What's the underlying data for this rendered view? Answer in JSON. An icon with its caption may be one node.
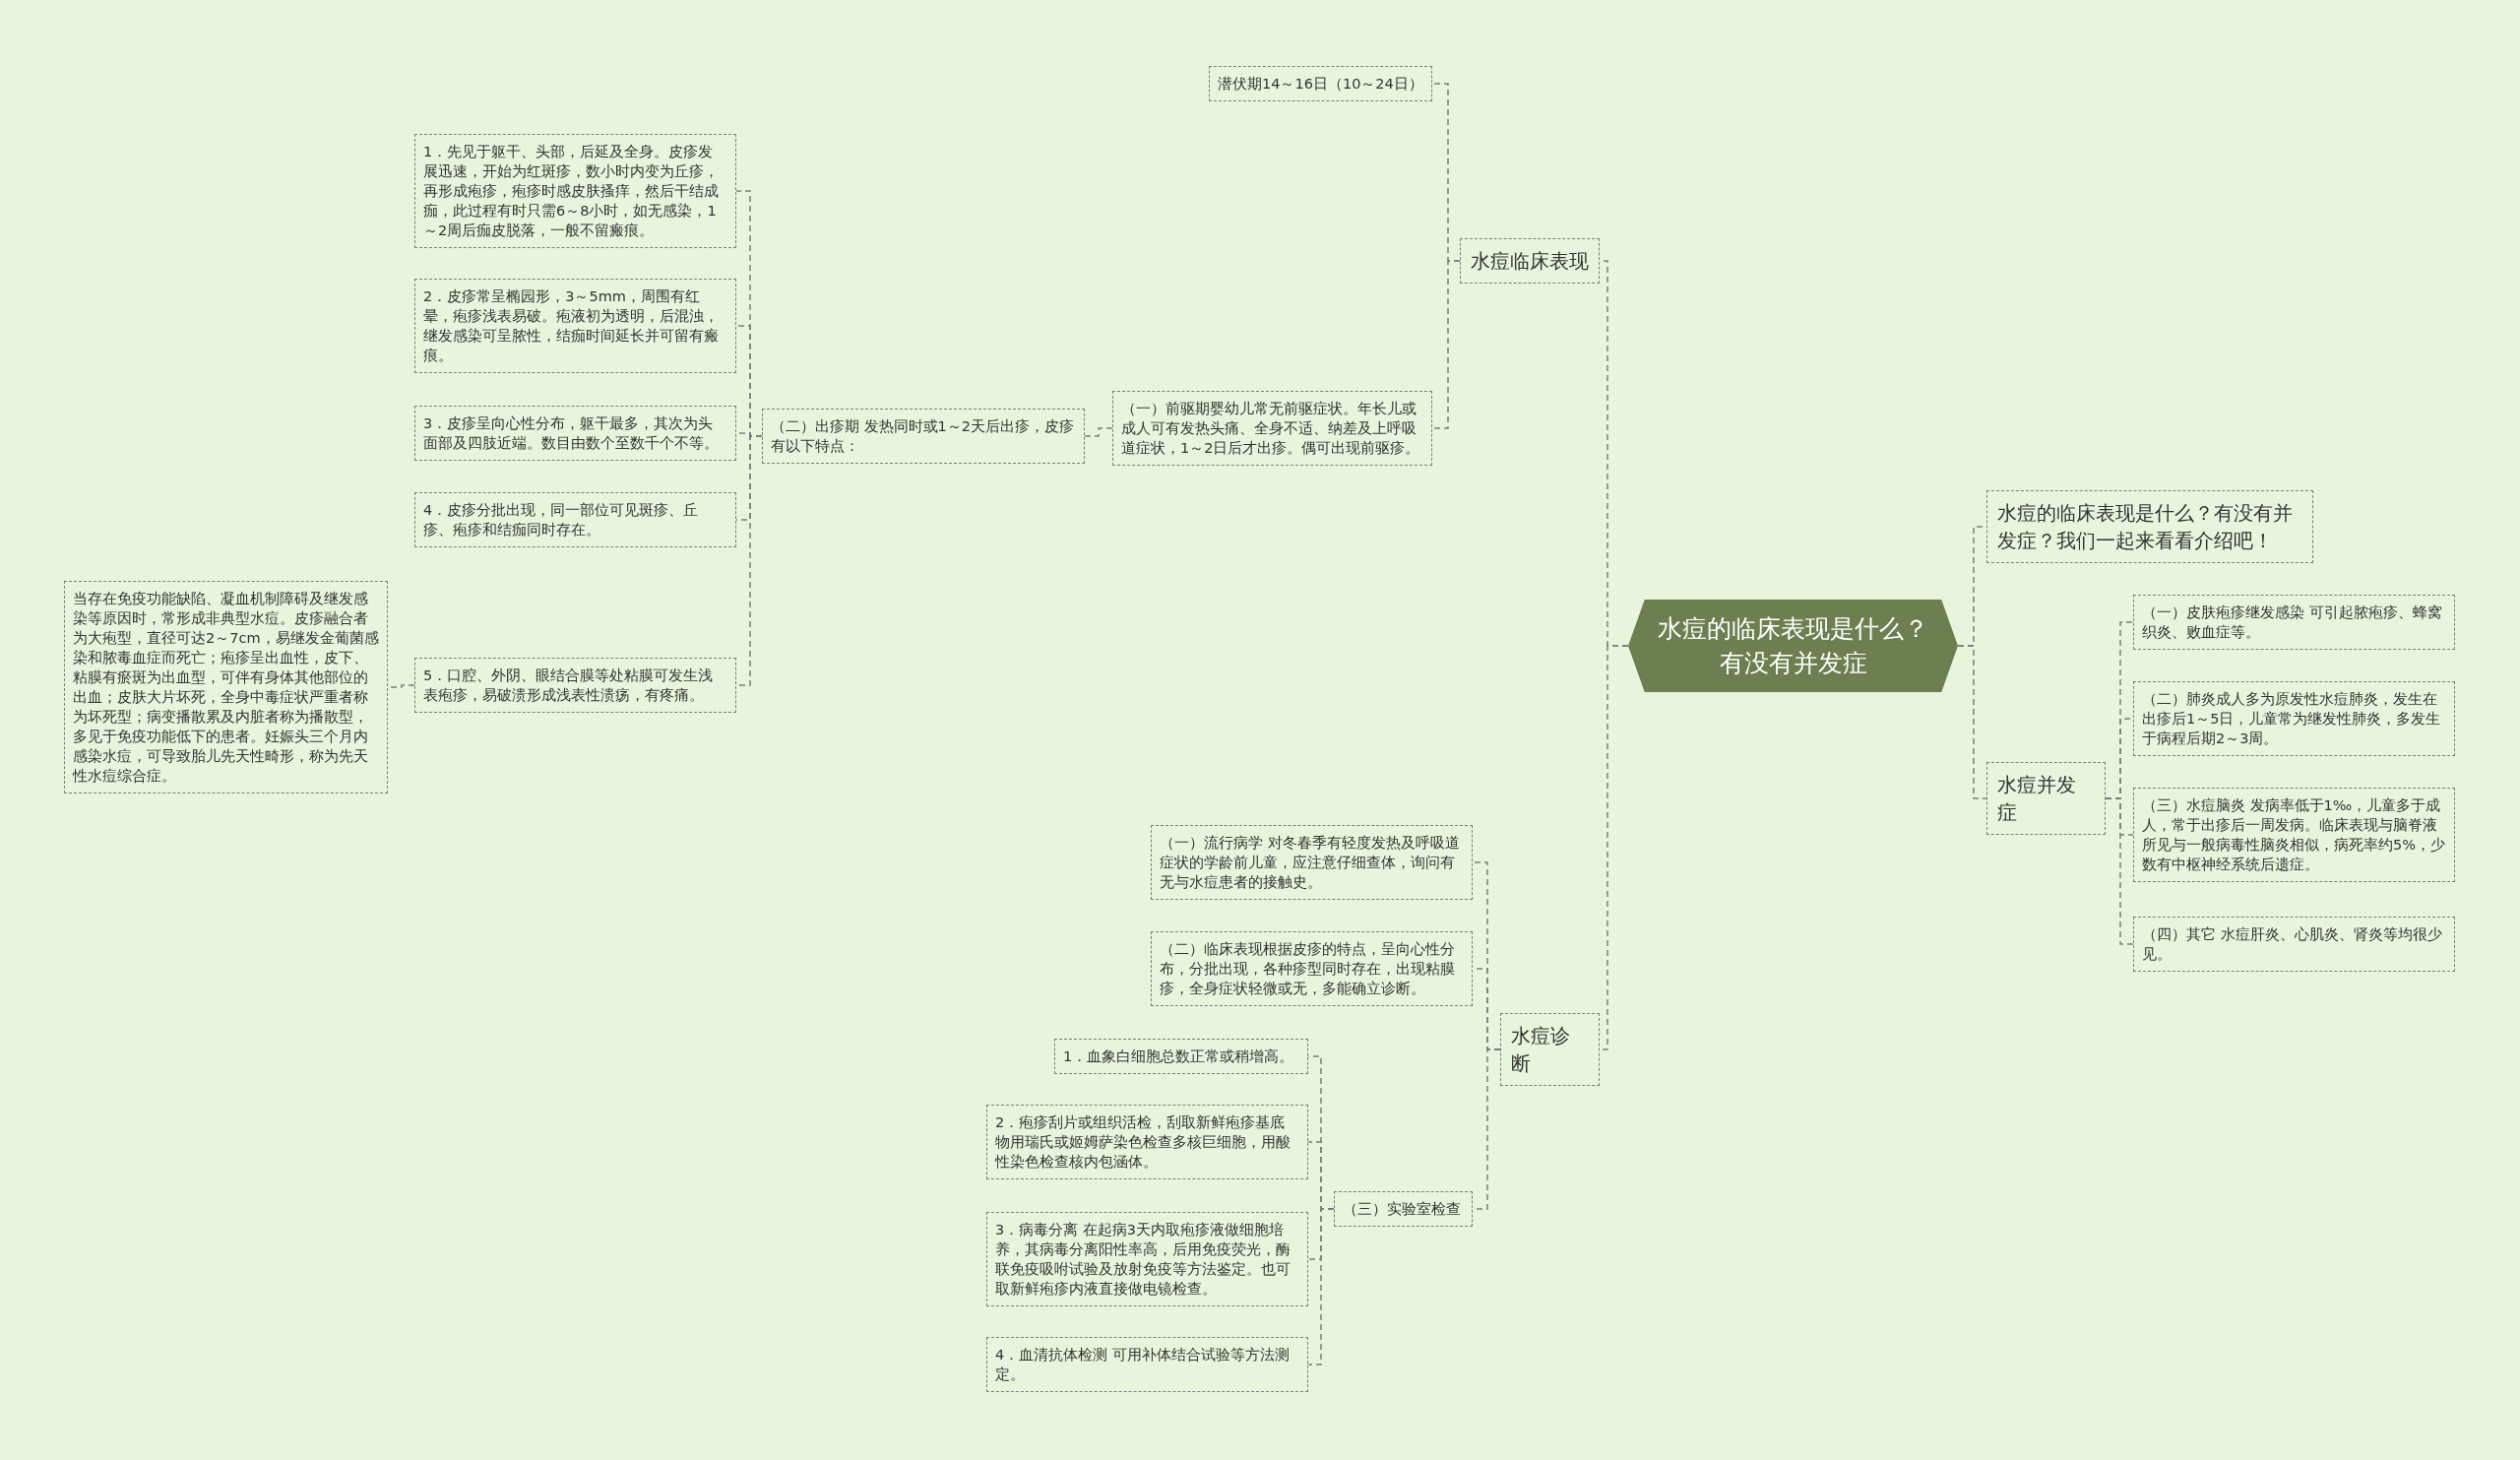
{
  "diagram": {
    "nodes": [
      {
        "text": [
          "水痘的临床表现是什么？有没有并发症"
        ]
      },
      {
        "text": [
          "水痘临床表现"
        ]
      },
      {
        "text": [
          "潜伏期14～16日（10～24日）"
        ]
      },
      {
        "text": [
          "（一）前驱期婴幼儿常无前驱症状。年长儿或成人可有发热头痛、全身不适、纳差及上呼吸道症状，1～2日后才出疹。偶可出现前驱疹。"
        ]
      },
      {
        "text": [
          "（二）出疹期 发热同时或1～2天后出疹，皮疹有以下特点："
        ]
      },
      {
        "text": [
          "1．先见于躯干、头部，后延及全身。皮疹发展迅速，开始为红斑疹，数小时内变为丘疹，再形成疱疹，疱疹时感皮肤搔痒，然后干结成痂，此过程有时只需6～8小时，如无感染，1～2周后痂皮脱落，一般不留瘢痕。"
        ]
      },
      {
        "text": [
          "2．皮疹常呈椭园形，3～5mm，周围有红晕，疱疹浅表易破。疱液初为透明，后混浊，继发感染可呈脓性，结痂时间延长并可留有瘢痕。"
        ]
      },
      {
        "text": [
          "3．皮疹呈向心性分布，躯干最多，其次为头面部及四肢近端。数目由数个至数千个不等。"
        ]
      },
      {
        "text": [
          "4．皮疹分批出现，同一部位可见斑疹、丘疹、疱疹和结痂同时存在。"
        ]
      },
      {
        "text": [
          "5．口腔、外阴、眼结合膜等处粘膜可发生浅表疱疹，易破溃形成浅表性溃疡，有疼痛。"
        ]
      },
      {
        "text": [
          "当存在免疫功能缺陷、凝血机制障碍及继发感染等原因时，常形成非典型水痘。皮疹融合者为大疱型，直径可达2～7cm，易继发金葡菌感染和脓毒血症而死亡；疱疹呈出血性，皮下、粘膜有瘀斑为出血型，可伴有身体其他部位的出血；皮肤大片坏死，全身中毒症状严重者称为坏死型；病变播散累及内脏者称为播散型，多见于免疫功能低下的患者。妊娠头三个月内感染水痘，可导致胎儿先天性畸形，称为先天性水痘综合症。"
        ]
      },
      {
        "text": [
          "水痘诊断"
        ]
      },
      {
        "text": [
          "（一）流行病学 对冬春季有轻度发热及呼吸道症状的学龄前儿童，应注意仔细查体，询问有无与水痘患者的接触史。"
        ]
      },
      {
        "text": [
          "（二）临床表现根据皮疹的特点，呈向心性分布，分批出现，各种疹型同时存在，出现粘膜疹，全身症状轻微或无，多能确立诊断。"
        ]
      },
      {
        "text": [
          "（三）实验室检查"
        ]
      },
      {
        "text": [
          "1．血象白细胞总数正常或稍增高。"
        ]
      },
      {
        "text": [
          "2．疱疹刮片或组织活检，刮取新鲜疱疹基底物用瑞氏或姬姆萨染色检查多核巨细胞，用酸性染色检查核内包涵体。"
        ]
      },
      {
        "text": [
          "3．病毒分离 在起病3天内取疱疹液做细胞培养，其病毒分离阳性率高，后用免疫荧光，酶联免疫吸咐试验及放射免疫等方法鉴定。也可取新鲜疱疹内液直接做电镜检查。"
        ]
      },
      {
        "text": [
          "4．血清抗体检测 可用补体结合试验等方法测定。"
        ]
      },
      {
        "text": [
          "水痘的临床表现是什么？有没有并发症？我们一起来看看介绍吧！"
        ]
      },
      {
        "text": [
          "水痘并发症"
        ]
      },
      {
        "text": [
          "（一）皮肤疱疹继发感染 可引起脓疱疹、蜂窝织炎、败血症等。"
        ]
      },
      {
        "text": [
          "（二）肺炎成人多为原发性水痘肺炎，发生在出疹后1～5日，儿童常为继发性肺炎，多发生于病程后期2～3周。"
        ]
      },
      {
        "text": [
          "（三）水痘脑炎 发病率低于1‰，儿童多于成人，常于出疹后一周发病。临床表现与脑脊液所见与一般病毒性脑炎相似，病死率约5%，少数有中枢神经系统后遗症。"
        ]
      },
      {
        "text": [
          "（四）其它 水痘肝炎、心肌炎、肾炎等均很少见。"
        ]
      }
    ],
    "edges": [
      {
        "from": 0,
        "to": 1,
        "arrow": "none"
      },
      {
        "from": 1,
        "to": 2,
        "arrow": "none"
      },
      {
        "from": 1,
        "to": 3,
        "arrow": "none"
      },
      {
        "from": 3,
        "to": 4,
        "arrow": "none"
      },
      {
        "from": 4,
        "to": 5,
        "arrow": "none"
      },
      {
        "from": 4,
        "to": 6,
        "arrow": "none"
      },
      {
        "from": 4,
        "to": 7,
        "arrow": "none"
      },
      {
        "from": 4,
        "to": 8,
        "arrow": "none"
      },
      {
        "from": 4,
        "to": 9,
        "arrow": "none"
      },
      {
        "from": 9,
        "to": 10,
        "arrow": "none"
      },
      {
        "from": 0,
        "to": 11,
        "arrow": "none"
      },
      {
        "from": 11,
        "to": 12,
        "arrow": "none"
      },
      {
        "from": 11,
        "to": 13,
        "arrow": "none"
      },
      {
        "from": 11,
        "to": 14,
        "arrow": "none"
      },
      {
        "from": 14,
        "to": 15,
        "arrow": "none"
      },
      {
        "from": 14,
        "to": 16,
        "arrow": "none"
      },
      {
        "from": 14,
        "to": 17,
        "arrow": "none"
      },
      {
        "from": 14,
        "to": 18,
        "arrow": "none"
      },
      {
        "from": 0,
        "to": 19,
        "arrow": "none"
      },
      {
        "from": 0,
        "to": 20,
        "arrow": "none"
      },
      {
        "from": 20,
        "to": 21,
        "arrow": "none"
      },
      {
        "from": 20,
        "to": 22,
        "arrow": "none"
      },
      {
        "from": 20,
        "to": 23,
        "arrow": "none"
      },
      {
        "from": 20,
        "to": 24,
        "arrow": "none"
      }
    ]
  }
}
